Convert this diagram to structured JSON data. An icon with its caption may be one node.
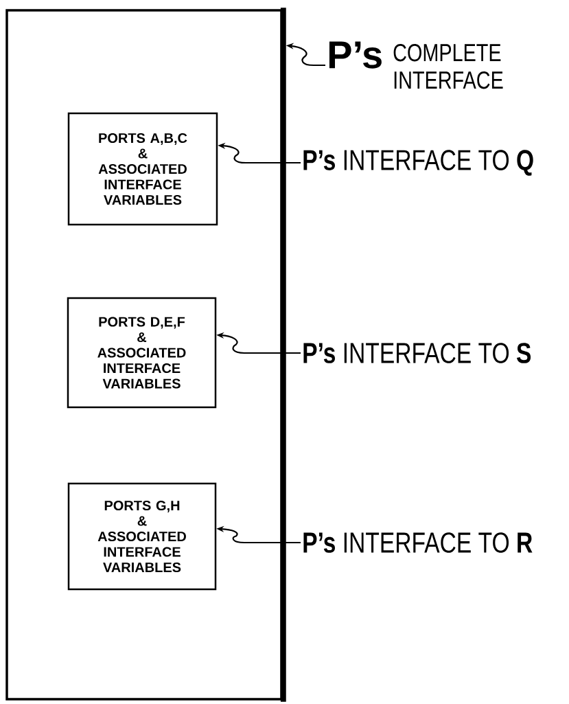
{
  "diagram": {
    "nodes": [
      {
        "text": [],
        "shape": "box"
      },
      {
        "text": [
          "PORTS A,B,C",
          "& ASSOCIATED INTERFACE VARIABLES"
        ],
        "in": 0
      },
      {
        "text": [
          "PORTS D,E,F",
          "& ASSOCIATED INTERFACE VARIABLES"
        ],
        "in": 0
      },
      {
        "text": [
          "PORTS G,H",
          "& ASSOCIATED INTERFACE VARIABLES"
        ],
        "in": 0
      },
      {
        "text": [
          "P’s",
          "COMPLETE INTERFACE"
        ]
      },
      {
        "text": [
          "**P’s** INTERFACE TO **Q**"
        ]
      },
      {
        "text": [
          "**P’s** INTERFACE TO **S**"
        ]
      },
      {
        "text": [
          "**P’s** INTERFACE TO **R**"
        ]
      }
    ],
    "edges": [
      {
        "from": 4,
        "to": 0,
        "arrow": "to"
      },
      {
        "from": 5,
        "to": 1,
        "arrow": "to"
      },
      {
        "from": 6,
        "to": 2,
        "arrow": "to"
      },
      {
        "from": 7,
        "to": 3,
        "arrow": "to"
      }
    ]
  }
}
